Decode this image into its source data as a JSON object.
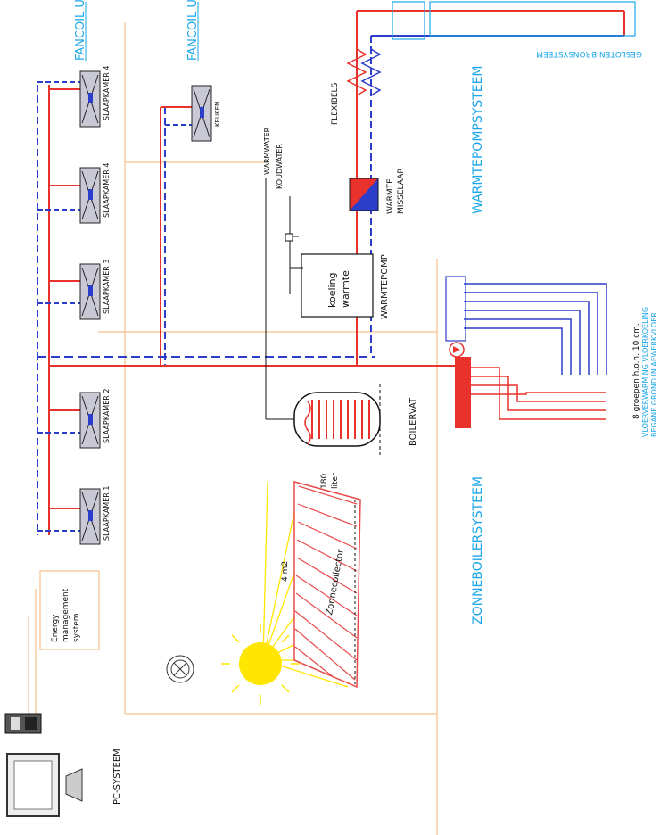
{
  "colors": {
    "hot": "#e8322b",
    "cold": "#2c3ec9",
    "cyan": "#1aa6e8",
    "orange": "#f3c08a",
    "sun": "#ffe600",
    "collector": "#e84a4a"
  },
  "systems": {
    "fancoil_units_1": "FANCOIL UNITS",
    "fancoil_units_2": "FANCOIL UNITS",
    "warmtepompsysteem": "WARMTEPOMPSYSTEEM",
    "zonneboilersysteem": "ZONNEBOILERSYSTEEM",
    "pc_systeem": "PC-SYSTEEM",
    "gesloten_bronsysteem": "GESLOTEN BRONSYSTEEM",
    "vloerverwarming_1": "VLOERVERWARMING VLOERKOELING",
    "vloerverwarming_2": "BEGANE GROND IN AFWERKVLOER"
  },
  "fancoils": [
    {
      "label": "SLAAPKAMER 4"
    },
    {
      "label": "SLAAPKAMER 4"
    },
    {
      "label": "SLAAPKAMER 3"
    },
    {
      "label": "SLAAPKAMER 2"
    },
    {
      "label": "SLAAPKAMER 1"
    },
    {
      "label": "KEUKEN"
    }
  ],
  "components": {
    "warmwater": "WARMWATER",
    "koudwater": "KOUDWATER",
    "flexibels": "FLEXIBELS",
    "warmte_misselaar_1": "WARMTE",
    "warmte_misselaar_2": "MISSELAAR",
    "koeling": "koeling",
    "warmte": "warmte",
    "warmtepomp": "WARMTEPOMP",
    "boilervat": "BOILERVAT",
    "boiler_volume_1": "180",
    "boiler_volume_2": "liter",
    "zonnecollector": "Zonnecollector",
    "collector_area": "4 m2",
    "groepen": "8 groepen h.o.h. 10 cm.",
    "ems_1": "Energy",
    "ems_2": "management",
    "ems_3": "system"
  }
}
